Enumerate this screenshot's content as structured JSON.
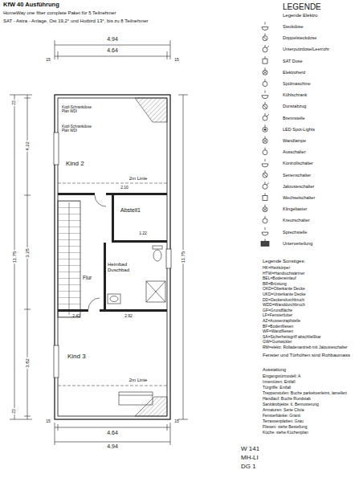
{
  "diagram": {
    "title": "KfW 40 Ausführung",
    "nodes": [
      {
        "text": [
          "Kind 2"
        ]
      },
      {
        "text": [
          "Abstell1"
        ]
      },
      {
        "text": [
          "Heimbad Duschbad"
        ]
      },
      {
        "text": [
          "Flur"
        ]
      },
      {
        "text": [
          "Kind 3"
        ]
      }
    ],
    "labels": [
      "HomeWay one fiber complete Paket für 5 Teilnehmer",
      "SAT - Astra - Anlage, Ost 19,2° und Hotbird 13°, bis zu 8 Teilnehmer",
      "4.94",
      "4.64",
      "15",
      "15",
      "23",
      "4.22",
      "11.75",
      "3.25",
      "3.82",
      "23",
      "11.75",
      "4.64",
      "4.94",
      "15",
      "15",
      "2m Linie",
      "2m Linie",
      "2.10",
      "1.22",
      "2.42",
      "2.92",
      "Kopf-Schrankdose Plan WDI",
      "Kopf-Schrankdose Plan WDI",
      "W 141",
      "MH-LI",
      "DG 1",
      "LEGENDE",
      "Legende Elektro",
      "Legende Sonstiges:",
      "HK=Heizkörper",
      "HTW=Handtuchwärmer",
      "BEL=Bodeneinlauf",
      "BR=Brüstung",
      "OKD=Oberkante Decke",
      "UKD=Unterkante Decke",
      "DD=Deckendurchbruch",
      "WDD=Wanddurchbruch",
      "GF=Grundfläche",
      "LF=Fensterfutter",
      "AZ=Aussenzapfstelle",
      "BF=Bodenfliesen",
      "WF=Wandfliesen",
      "SA=Sicherheitsgriff abschließbar",
      "GW=Gurtwickler",
      "RM=elektr. Rolladenantrieb mit Jalousieschalter",
      "Fenster und Türhöhen sind Rohbaumass",
      "Ausstattung",
      "Eingangstürmodell: A",
      "Innentüren: Entfall",
      "Türgriffe: Entfall",
      "Treppenstufen: Buche parkettverleimt, lamellert",
      "Handlauf: Buche Rundstab",
      "Sanitärobjekte: lt. Bemusterung",
      "Armaturen: Serie Clivia",
      "Fensterbänke: Granit",
      "Terrassenplatten: Grau",
      "Fliesen: siehe Bestellung",
      "Küche: siehe Küchenplan"
    ],
    "legend": [
      {
        "text": "Steckdose"
      },
      {
        "text": "Doppelsteckdose"
      },
      {
        "text": "Unterputzdose/Leerrohr"
      },
      {
        "text": "SAT Dose"
      },
      {
        "text": "Elektroherd"
      },
      {
        "text": "Spülmaschine"
      },
      {
        "text": "Kühlschrank"
      },
      {
        "text": "Dunstabzug"
      },
      {
        "text": "Brennstelle"
      },
      {
        "text": "LED Spot-Lights"
      },
      {
        "text": "Wandlampe"
      },
      {
        "text": "Ausschalter"
      },
      {
        "text": "Kontrollschalter"
      },
      {
        "text": "Serienschalter"
      },
      {
        "text": "Jalousieschalter"
      },
      {
        "text": "Wechselschalter"
      },
      {
        "text": "Klingeltaster"
      },
      {
        "text": "Kreuzschalter"
      },
      {
        "text": "Sprechstelle"
      },
      {
        "text": "Unterverteilung"
      }
    ]
  }
}
